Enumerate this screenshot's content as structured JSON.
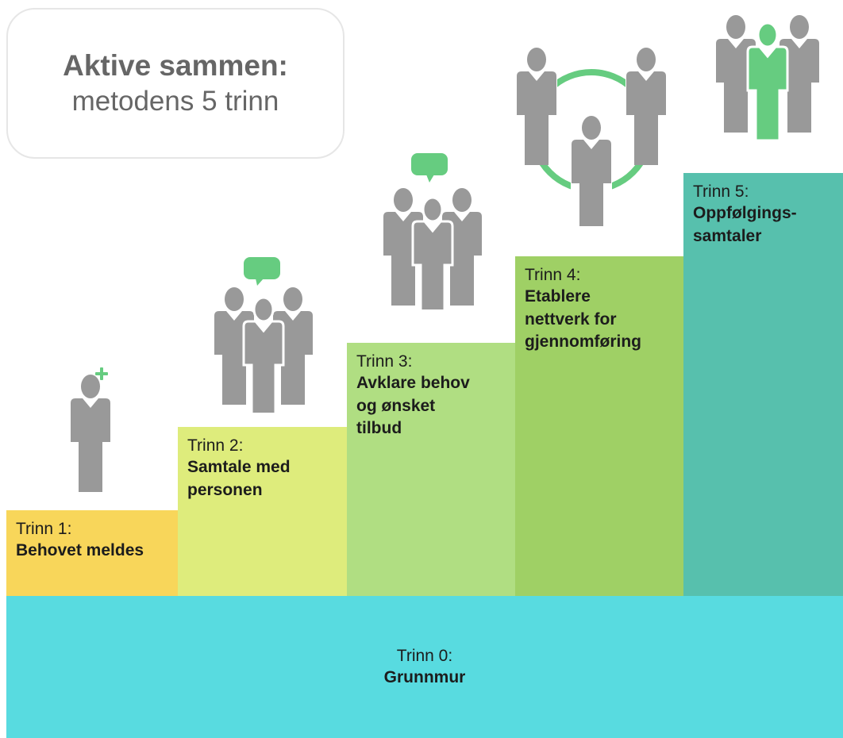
{
  "title": {
    "main": "Aktive sammen:",
    "sub": "metodens 5 trinn"
  },
  "steps": [
    {
      "label": "Trinn 1:",
      "title": "Behovet meldes",
      "color": "#f8d65a",
      "icon": "person-plus-icon"
    },
    {
      "label": "Trinn 2:",
      "title": "Samtale med\npersonen",
      "color": "#deec7c",
      "icon": "group-speech-icon"
    },
    {
      "label": "Trinn 3:",
      "title": "Avklare behov\nog ønsket\ntilbud",
      "color": "#b0de82",
      "icon": "group-speech-icon"
    },
    {
      "label": "Trinn 4:",
      "title": "Etablere\nnettverk for\ngjennomføring",
      "color": "#9fd065",
      "icon": "network-circle-icon"
    },
    {
      "label": "Trinn 5:",
      "title": "Oppfølgings-\nsamtaler",
      "color": "#57c0ad",
      "icon": "group-highlight-icon"
    }
  ],
  "base": {
    "label": "Trinn 0:",
    "title": "Grunnmur",
    "color": "#58dbe0"
  },
  "colors": {
    "person": "#999999",
    "accent": "#66cc80",
    "title_border": "#e6e6e6"
  }
}
